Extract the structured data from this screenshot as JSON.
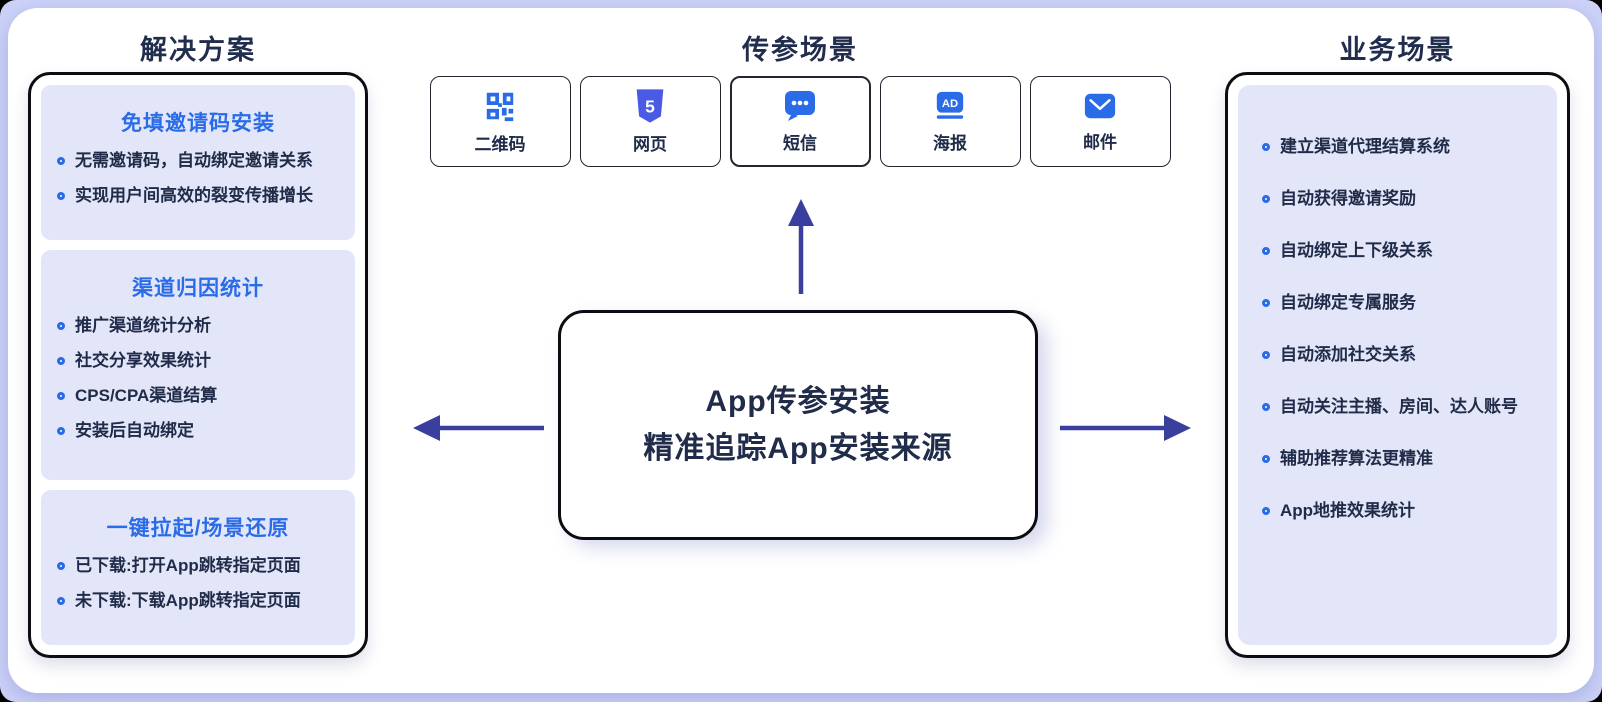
{
  "colors": {
    "page_bg": "#cdd3f8",
    "panel_bg": "#ffffff",
    "card_bg": "#e3e6f8",
    "accent_blue": "#2a6ce8",
    "navy_text": "#1f2b48",
    "arrow_indigo": "#3a3f9e",
    "box_border": "#0c0d13"
  },
  "left_section": {
    "title": "解决方案",
    "cards": [
      {
        "title": "免填邀请码安装",
        "items": [
          "无需邀请码，自动绑定邀请关系",
          "实现用户间高效的裂变传播增长"
        ]
      },
      {
        "title": "渠道归因统计",
        "items": [
          "推广渠道统计分析",
          "社交分享效果统计",
          "CPS/CPA渠道结算",
          "安装后自动绑定"
        ]
      },
      {
        "title": "一键拉起/场景还原",
        "items": [
          "已下载:打开App跳转指定页面",
          "未下载:下载App跳转指定页面"
        ]
      }
    ]
  },
  "middle_section": {
    "title": "传参场景",
    "channels": [
      {
        "label": "二维码",
        "icon": "qrcode-icon"
      },
      {
        "label": "网页",
        "icon": "html5-icon"
      },
      {
        "label": "短信",
        "icon": "sms-icon"
      },
      {
        "label": "海报",
        "icon": "ad-poster-icon"
      },
      {
        "label": "邮件",
        "icon": "mail-icon"
      }
    ],
    "icon_glyphs": {
      "html5": "5",
      "ad": "AD"
    },
    "center_box": {
      "line1": "App传参安装",
      "line2": "精准追踪App安装来源"
    }
  },
  "right_section": {
    "title": "业务场景",
    "items": [
      "建立渠道代理结算系统",
      "自动获得邀请奖励",
      "自动绑定上下级关系",
      "自动绑定专属服务",
      "自动添加社交关系",
      "自动关注主播、房间、达人账号",
      "辅助推荐算法更精准",
      "App地推效果统计"
    ]
  }
}
